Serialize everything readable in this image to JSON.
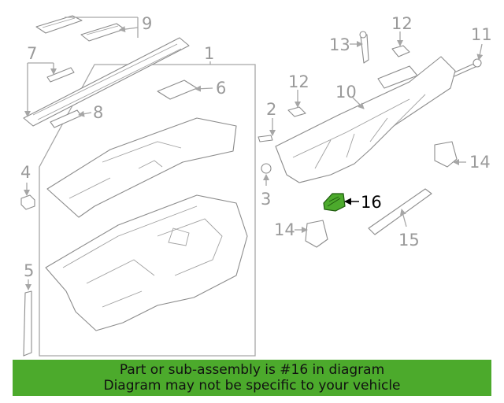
{
  "callouts": {
    "c1": "1",
    "c2": "2",
    "c3": "3",
    "c4": "4",
    "c5": "5",
    "c6": "6",
    "c7": "7",
    "c8": "8",
    "c9": "9",
    "c10": "10",
    "c11": "11",
    "c12a": "12",
    "c12b": "12",
    "c13": "13",
    "c14a": "14",
    "c14b": "14",
    "c15": "15",
    "c16": "16"
  },
  "highlight": {
    "part": "16",
    "color": "#4caa2c"
  },
  "banner": {
    "line1": "Part or sub-assembly is #16 in diagram",
    "line2": "Diagram may not be specific to your vehicle",
    "background": "#4caa2c"
  }
}
